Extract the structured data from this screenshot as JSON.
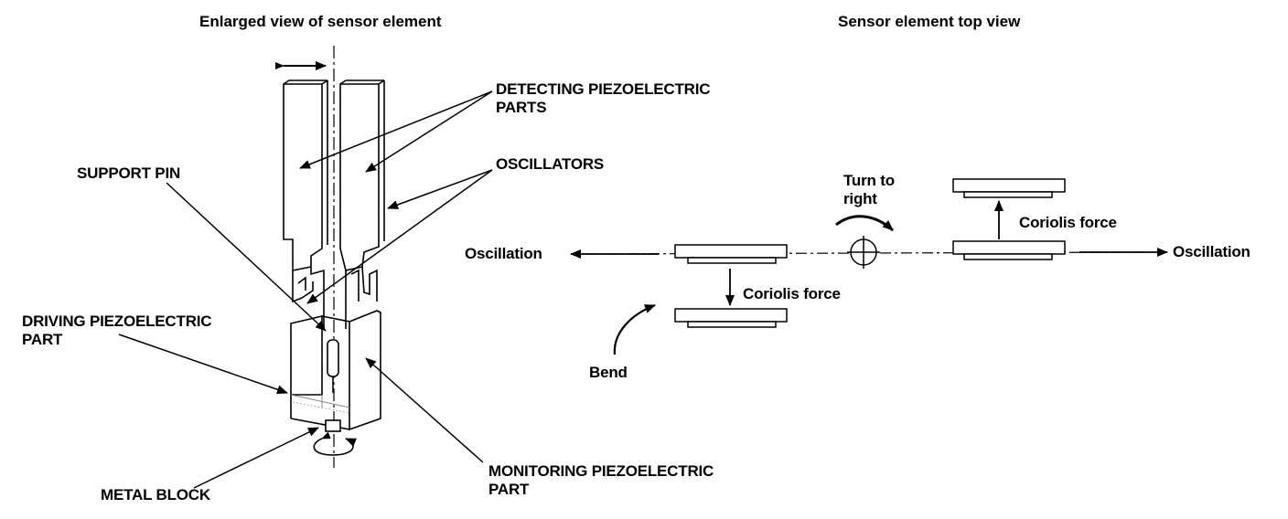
{
  "titles": {
    "left": "Enlarged view of sensor element",
    "right": "Sensor element top view"
  },
  "labels": {
    "detecting_line1": "DETECTING PIEZOELECTRIC",
    "detecting_line2": "PARTS",
    "oscillators": "OSCILLATORS",
    "support_pin": "SUPPORT PIN",
    "driving_line1": "DRIVING PIEZOELECTRIC",
    "driving_line2": "PART",
    "metal_block": "METAL BLOCK",
    "monitoring_line1": "MONITORING PIEZOELECTRIC",
    "monitoring_line2": "PART",
    "oscillation_left": "Oscillation",
    "oscillation_right": "Oscillation",
    "coriolis_left": "Coriolis force",
    "coriolis_right": "Coriolis force",
    "turn_line1": "Turn to",
    "turn_line2": "right",
    "bend": "Bend"
  }
}
